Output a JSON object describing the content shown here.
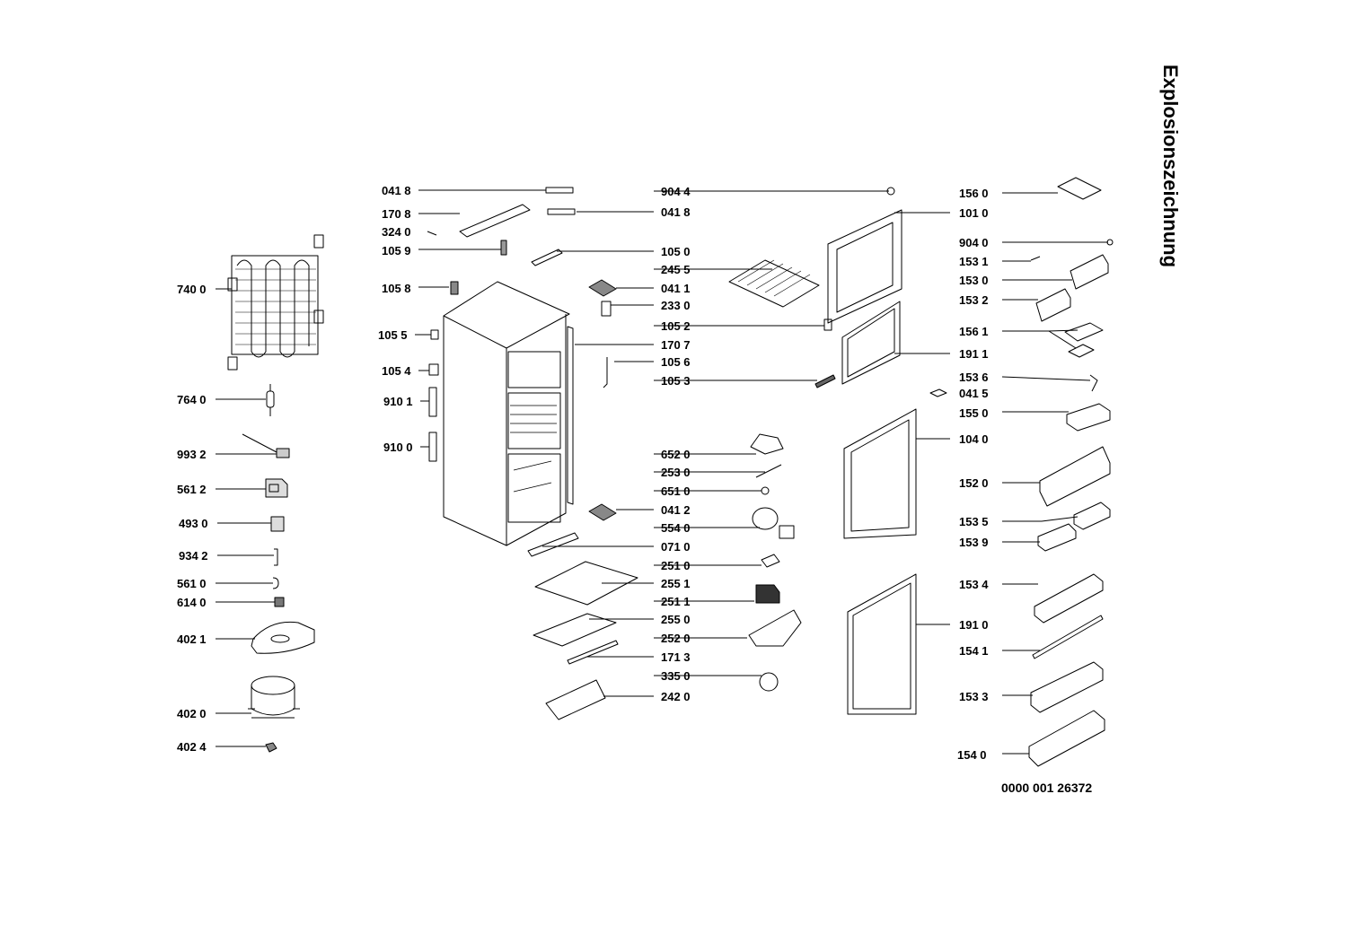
{
  "title": "Explosionszeichnung",
  "document_number": "0000 001 26372",
  "labels": {
    "p7400": "740 0",
    "p7640": "764 0",
    "p9932": "993 2",
    "p5612": "561 2",
    "p4930": "493 0",
    "p9342": "934 2",
    "p5610": "561 0",
    "p6140": "614 0",
    "p4021": "402 1",
    "p4020": "402 0",
    "p4024": "402 4",
    "p0418a": "041 8",
    "p1708": "170 8",
    "p3240": "324 0",
    "p1059": "105 9",
    "p1058": "105 8",
    "p1055": "105 5",
    "p1054": "105 4",
    "p9101": "910 1",
    "p9100": "910 0",
    "p9044": "904 4",
    "p0418b": "041 8",
    "p1050": "105 0",
    "p2455": "245 5",
    "p0411": "041 1",
    "p2330": "233 0",
    "p1052": "105 2",
    "p1707": "170 7",
    "p1056": "105 6",
    "p1053": "105 3",
    "p6520": "652 0",
    "p2530": "253 0",
    "p6510": "651 0",
    "p0412": "041 2",
    "p5540": "554 0",
    "p0710": "071 0",
    "p2510": "251 0",
    "p2551": "255 1",
    "p2511": "251 1",
    "p2550": "255 0",
    "p2520": "252 0",
    "p1713": "171 3",
    "p3350": "335 0",
    "p2420": "242 0",
    "p1010": "101 0",
    "p1911": "191 1",
    "p1040": "104 0",
    "p1910": "191 0",
    "p1560": "156 0",
    "p9040": "904 0",
    "p1531": "153 1",
    "p1530": "153 0",
    "p1532": "153 2",
    "p1561": "156 1",
    "p1536": "153 6",
    "p0415": "041 5",
    "p1550": "155 0",
    "p1520": "152 0",
    "p1535": "153 5",
    "p1539": "153 9",
    "p1534": "153 4",
    "p1541": "154 1",
    "p1533": "153 3",
    "p1540": "154 0"
  }
}
